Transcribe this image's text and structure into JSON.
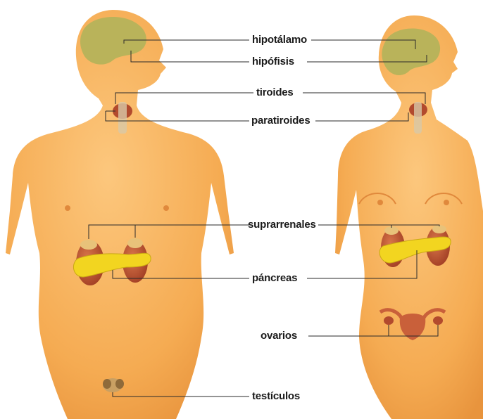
{
  "labels": {
    "hipotalamo": "hipotálamo",
    "hipofisis": "hipófisis",
    "tiroides": "tiroides",
    "paratiroides": "paratiroides",
    "suprarrenales": "suprarrenales",
    "pancreas": "páncreas",
    "ovarios": "ovarios",
    "testiculos": "testículos"
  },
  "colors": {
    "skin": "#f7b25d",
    "skin_dark": "#e99a45",
    "brain": "#b9b35a",
    "gland_red": "#c9603a",
    "pancreas_yellow": "#f2d520",
    "leader_line": "#2a2a2a"
  }
}
